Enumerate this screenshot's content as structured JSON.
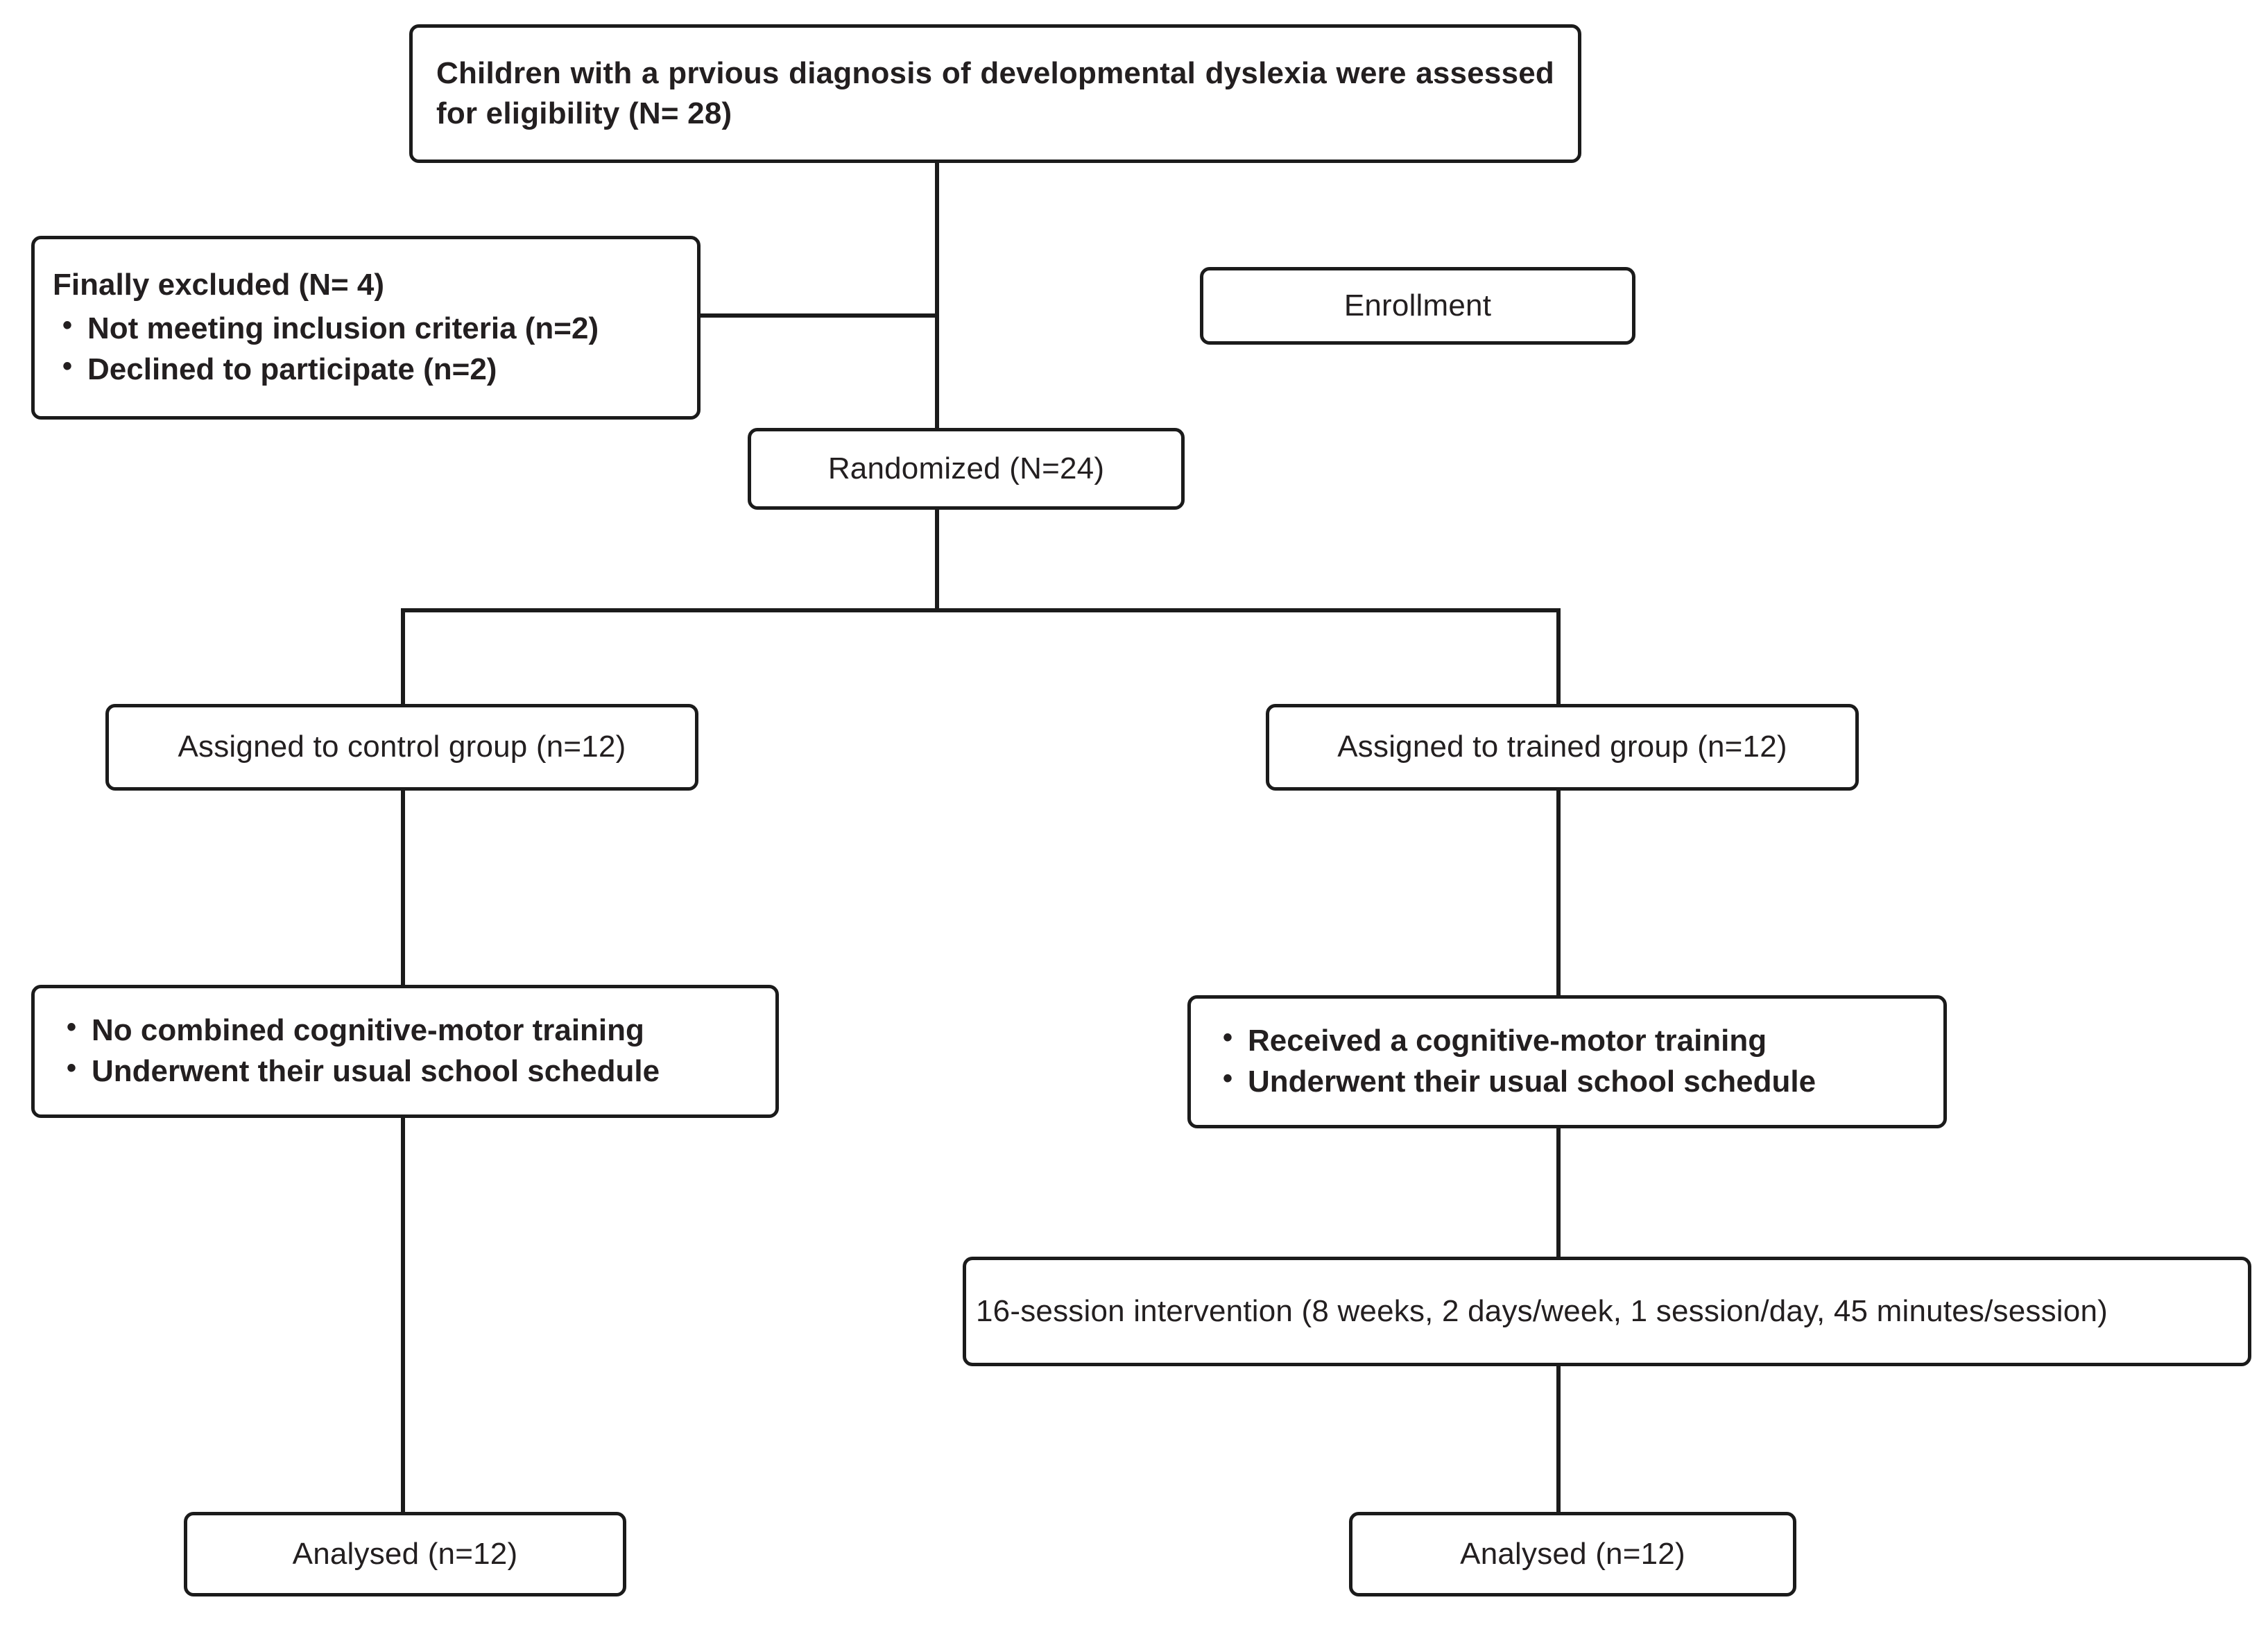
{
  "diagram": {
    "title": "CONSORT participant flow diagram",
    "line_color": "#1b1b1b",
    "background": "#ffffff"
  },
  "nodes": {
    "eligibility": {
      "text": "Children with a prvious diagnosis of developmental dyslexia were assessed for eligibility (N= 28)"
    },
    "excluded": {
      "lead": "Finally excluded (N= 4)",
      "bullets": [
        "Not meeting inclusion criteria (n=2)",
        "Declined to participate (n=2)"
      ]
    },
    "enrollment": {
      "label": "Enrollment"
    },
    "randomized": {
      "label": "Randomized (N=24)"
    },
    "assigned_control": {
      "label": "Assigned to control group (n=12)"
    },
    "assigned_trained": {
      "label": "Assigned to trained group (n=12)"
    },
    "control_activities": {
      "bullets": [
        "No combined cognitive-motor training",
        "Underwent  their usual school schedule"
      ]
    },
    "trained_activities": {
      "bullets": [
        "Received a cognitive-motor training",
        "Underwent  their usual school schedule"
      ]
    },
    "intervention": {
      "label": "16-session intervention (8 weeks, 2 days/week, 1 session/day, 45 minutes/session)"
    },
    "analysed_control": {
      "label": "Analysed (n=12)"
    },
    "analysed_trained": {
      "label": "Analysed (n=12)"
    }
  }
}
